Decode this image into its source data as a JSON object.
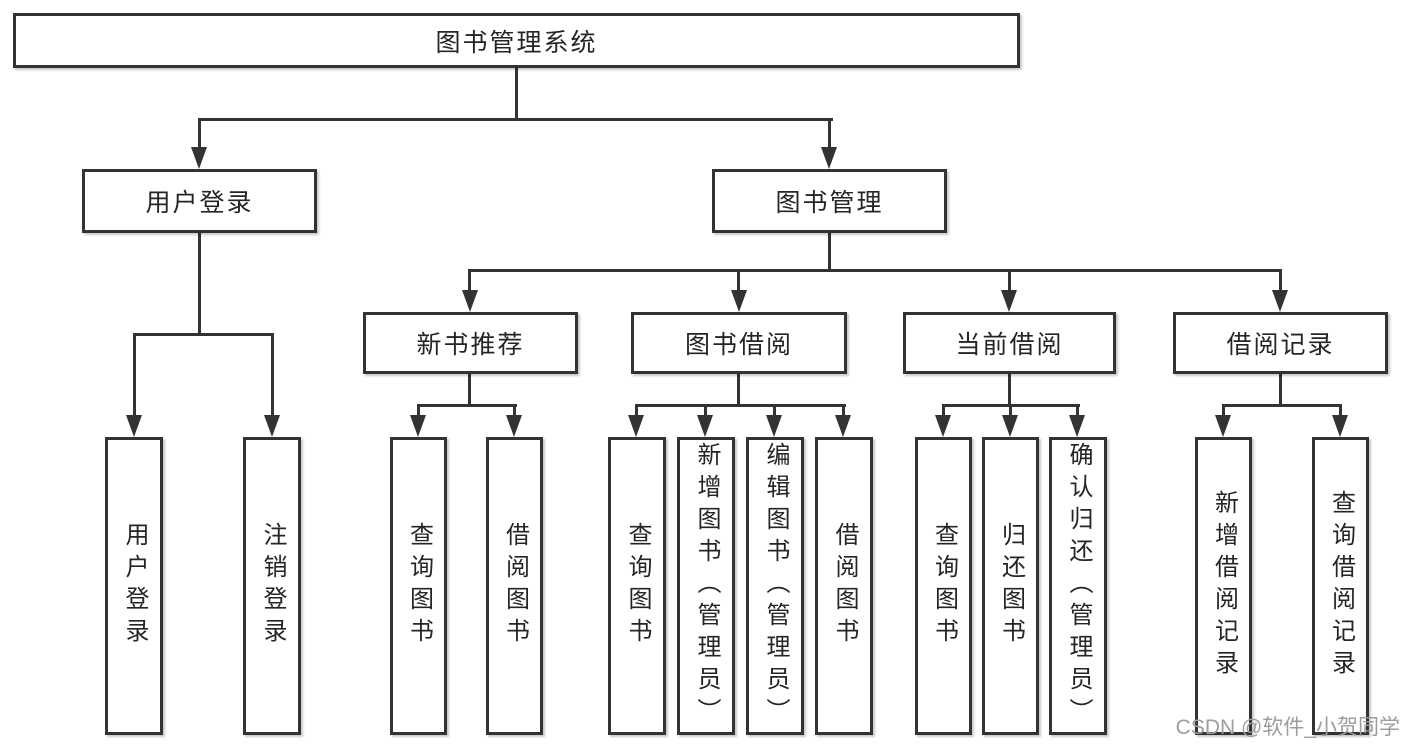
{
  "tree": {
    "root": {
      "label": "图书管理系统",
      "children": [
        {
          "label": "用户登录",
          "children": [
            {
              "label": "用户登录"
            },
            {
              "label": "注销登录"
            }
          ]
        },
        {
          "label": "图书管理",
          "children": [
            {
              "label": "新书推荐",
              "children": [
                {
                  "label": "查询图书"
                },
                {
                  "label": "借阅图书"
                }
              ]
            },
            {
              "label": "图书借阅",
              "children": [
                {
                  "label": "查询图书"
                },
                {
                  "label": "新增图书（管理员）"
                },
                {
                  "label": "编辑图书（管理员）"
                },
                {
                  "label": "借阅图书"
                }
              ]
            },
            {
              "label": "当前借阅",
              "children": [
                {
                  "label": "查询图书"
                },
                {
                  "label": "归还图书"
                },
                {
                  "label": "确认归还（管理员）"
                }
              ]
            },
            {
              "label": "借阅记录",
              "children": [
                {
                  "label": "新增借阅记录"
                },
                {
                  "label": "查询借阅记录"
                }
              ]
            }
          ]
        }
      ]
    }
  },
  "watermark": {
    "text": "CSDN @软件_小贺同学"
  },
  "colors": {
    "background": "#ffffff",
    "box_fill": "#ffffff",
    "box_border": "#333333",
    "line": "#333333",
    "text": "#252525",
    "watermark_color": "#9d9d9d"
  }
}
